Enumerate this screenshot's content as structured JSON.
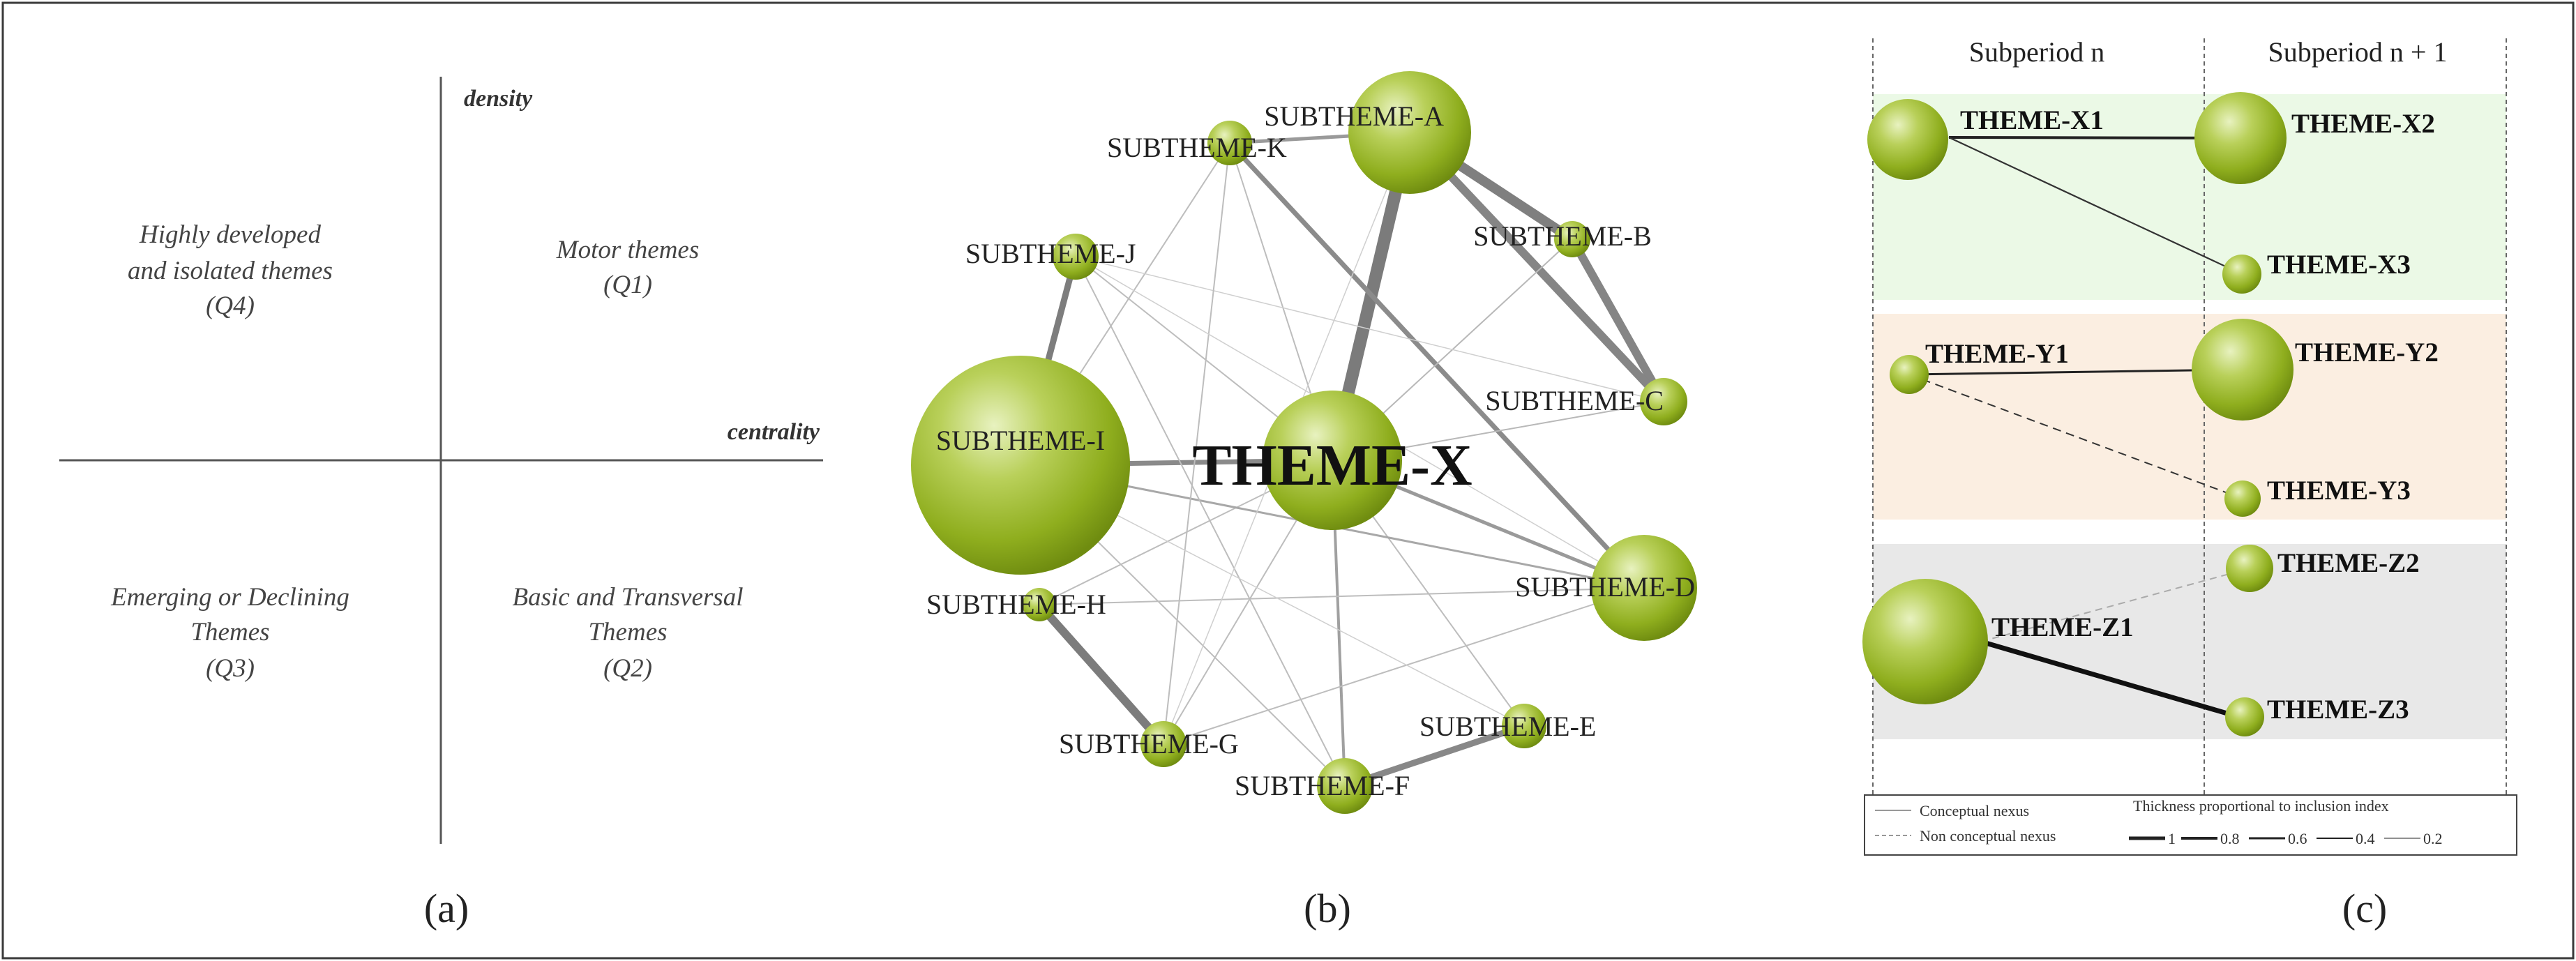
{
  "panel_a": {
    "axis_density": "density",
    "axis_centrality": "centrality",
    "q4_line1": "Highly developed",
    "q4_line2": "and isolated themes",
    "q4_code": "(Q4)",
    "q1_line1": "Motor themes",
    "q1_code": "(Q1)",
    "q3_line1": "Emerging or Declining",
    "q3_line2": "Themes",
    "q3_code": "(Q3)",
    "q2_line1": "Basic and Transversal",
    "q2_line2": "Themes",
    "q2_code": "(Q2)",
    "caption": "(a)"
  },
  "panel_b": {
    "caption": "(b)",
    "center_label": "THEME-X",
    "nodes": [
      {
        "id": "A",
        "label": "SUBTHEME-A"
      },
      {
        "id": "B",
        "label": "SUBTHEME-B"
      },
      {
        "id": "C",
        "label": "SUBTHEME-C"
      },
      {
        "id": "D",
        "label": "SUBTHEME-D"
      },
      {
        "id": "E",
        "label": "SUBTHEME-E"
      },
      {
        "id": "F",
        "label": "SUBTHEME-F"
      },
      {
        "id": "G",
        "label": "SUBTHEME-G"
      },
      {
        "id": "H",
        "label": "SUBTHEME-H"
      },
      {
        "id": "I",
        "label": "SUBTHEME-I"
      },
      {
        "id": "J",
        "label": "SUBTHEME-J"
      },
      {
        "id": "K",
        "label": "SUBTHEME-K"
      }
    ]
  },
  "panel_c": {
    "caption": "(c)",
    "col1_header": "Subperiod n",
    "col2_header": "Subperiod n + 1",
    "bands": {
      "x_color": "#ebf9e6",
      "y_color": "#fbeee1",
      "z_color": "#e8e8e8"
    },
    "themes": {
      "x1": "THEME-X1",
      "x2": "THEME-X2",
      "x3": "THEME-X3",
      "y1": "THEME-Y1",
      "y2": "THEME-Y2",
      "y3": "THEME-Y3",
      "z1": "THEME-Z1",
      "z2": "THEME-Z2",
      "z3": "THEME-Z3"
    },
    "legend": {
      "conceptual": "Conceptual nexus",
      "non_conceptual": "Non conceptual nexus",
      "thickness_title": "Thickness proportional to inclusion index",
      "scale": [
        "1",
        "0.8",
        "0.6",
        "0.4",
        "0.2"
      ]
    }
  }
}
